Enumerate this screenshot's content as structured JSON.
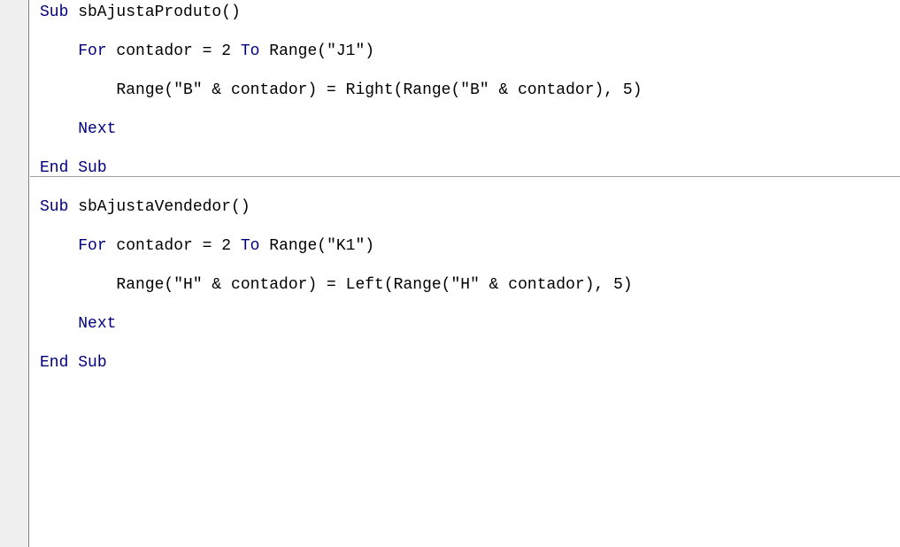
{
  "editor": {
    "procedures": [
      {
        "lines": [
          [
            {
              "t": "Sub",
              "kw": true
            },
            {
              "t": " sbAjustaProduto()",
              "kw": false
            }
          ],
          [
            {
              "t": "    ",
              "kw": false
            },
            {
              "t": "For",
              "kw": true
            },
            {
              "t": " contador = 2 ",
              "kw": false
            },
            {
              "t": "To",
              "kw": true
            },
            {
              "t": " Range(\"J1\")",
              "kw": false
            }
          ],
          [
            {
              "t": "        Range(\"B\" & contador) = Right(Range(\"B\" & contador), 5)",
              "kw": false
            }
          ],
          [
            {
              "t": "    ",
              "kw": false
            },
            {
              "t": "Next",
              "kw": true
            }
          ],
          [
            {
              "t": "End",
              "kw": true
            },
            {
              "t": " ",
              "kw": false
            },
            {
              "t": "Sub",
              "kw": true
            }
          ]
        ]
      },
      {
        "lines": [
          [
            {
              "t": "Sub",
              "kw": true
            },
            {
              "t": " sbAjustaVendedor()",
              "kw": false
            }
          ],
          [
            {
              "t": "    ",
              "kw": false
            },
            {
              "t": "For",
              "kw": true
            },
            {
              "t": " contador = 2 ",
              "kw": false
            },
            {
              "t": "To",
              "kw": true
            },
            {
              "t": " Range(\"K1\")",
              "kw": false
            }
          ],
          [
            {
              "t": "        Range(\"H\" & contador) = Left(Range(\"H\" & contador), 5)",
              "kw": false
            }
          ],
          [
            {
              "t": "    ",
              "kw": false
            },
            {
              "t": "Next",
              "kw": true
            }
          ],
          [
            {
              "t": "End",
              "kw": true
            },
            {
              "t": " ",
              "kw": false
            },
            {
              "t": "Sub",
              "kw": true
            }
          ]
        ]
      }
    ],
    "colors": {
      "keyword": "#00007f",
      "text": "#000000",
      "background": "#ffffff",
      "margin": "#f0f0f0",
      "separator": "#a0a0a0"
    }
  }
}
